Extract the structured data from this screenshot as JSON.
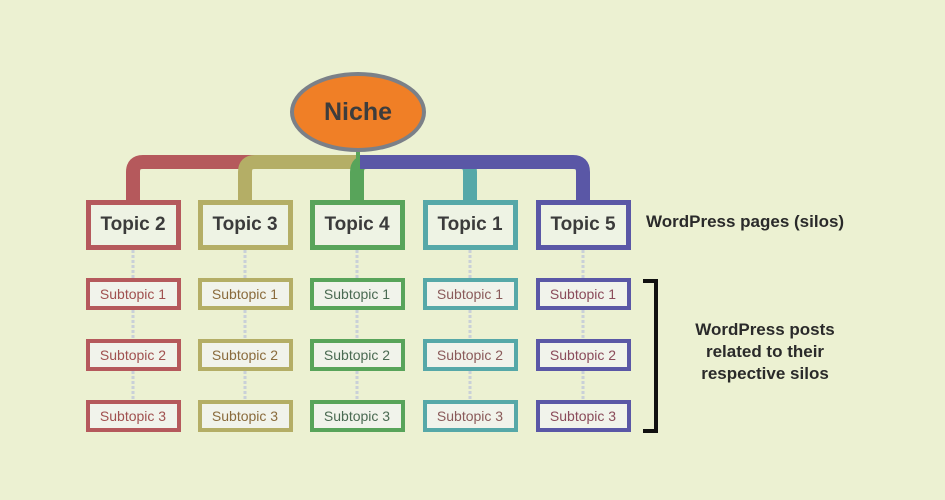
{
  "root": {
    "label": "Niche"
  },
  "colors": {
    "background": "#ecf1d2",
    "niche_fill": "#f07f26",
    "niche_border": "#7b8088",
    "bracket": "#111111"
  },
  "silos": [
    {
      "topic": "Topic 2",
      "color": "#b5595c",
      "text_color": "#a0504f",
      "subtopics": [
        "Subtopic 1",
        "Subtopic 2",
        "Subtopic 3"
      ]
    },
    {
      "topic": "Topic 3",
      "color": "#b4ae66",
      "text_color": "#8a6b3c",
      "subtopics": [
        "Subtopic 1",
        "Subtopic 2",
        "Subtopic 3"
      ]
    },
    {
      "topic": "Topic 4",
      "color": "#58a45a",
      "text_color": "#4a6a52",
      "subtopics": [
        "Subtopic 1",
        "Subtopic 2",
        "Subtopic 3"
      ]
    },
    {
      "topic": "Topic 1",
      "color": "#56a8a8",
      "text_color": "#8a5a5a",
      "subtopics": [
        "Subtopic 1",
        "Subtopic 2",
        "Subtopic 3"
      ]
    },
    {
      "topic": "Topic 5",
      "color": "#5a57a6",
      "text_color": "#8a4a5a",
      "subtopics": [
        "Subtopic 1",
        "Subtopic 2",
        "Subtopic 3"
      ]
    }
  ],
  "labels": {
    "pages": "WordPress pages (silos)",
    "posts": "WordPress posts related to their respective silos"
  }
}
